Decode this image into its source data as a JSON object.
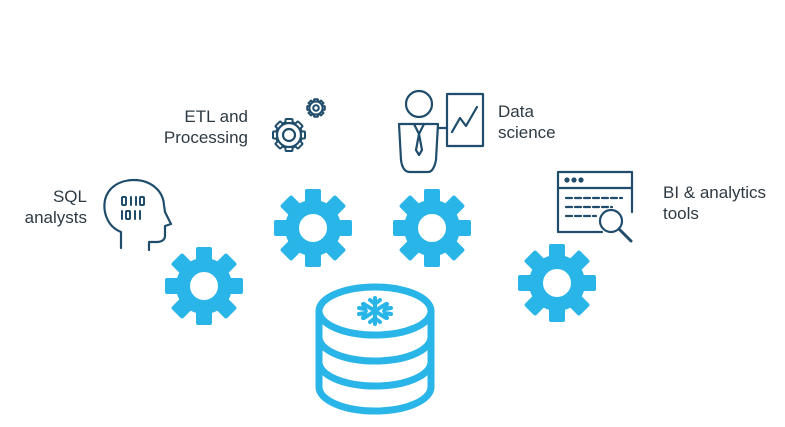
{
  "colors": {
    "accent": "#29b5e8",
    "icon_stroke": "#1f4d6b",
    "text": "#2e3a43",
    "background": "#ffffff"
  },
  "labels": {
    "sql": [
      "SQL",
      "analysts"
    ],
    "etl": [
      "ETL and",
      "Processing"
    ],
    "data_science": [
      "Data",
      "science"
    ],
    "bi": [
      "BI & analytics",
      "tools"
    ]
  },
  "icons": {
    "sql": "head-with-binary-icon",
    "etl": "gears-icon",
    "data_science": "presenter-with-chart-icon",
    "bi": "browser-with-magnifier-icon",
    "center": "database-with-snowflake-icon",
    "connectors": "gear-icon"
  }
}
